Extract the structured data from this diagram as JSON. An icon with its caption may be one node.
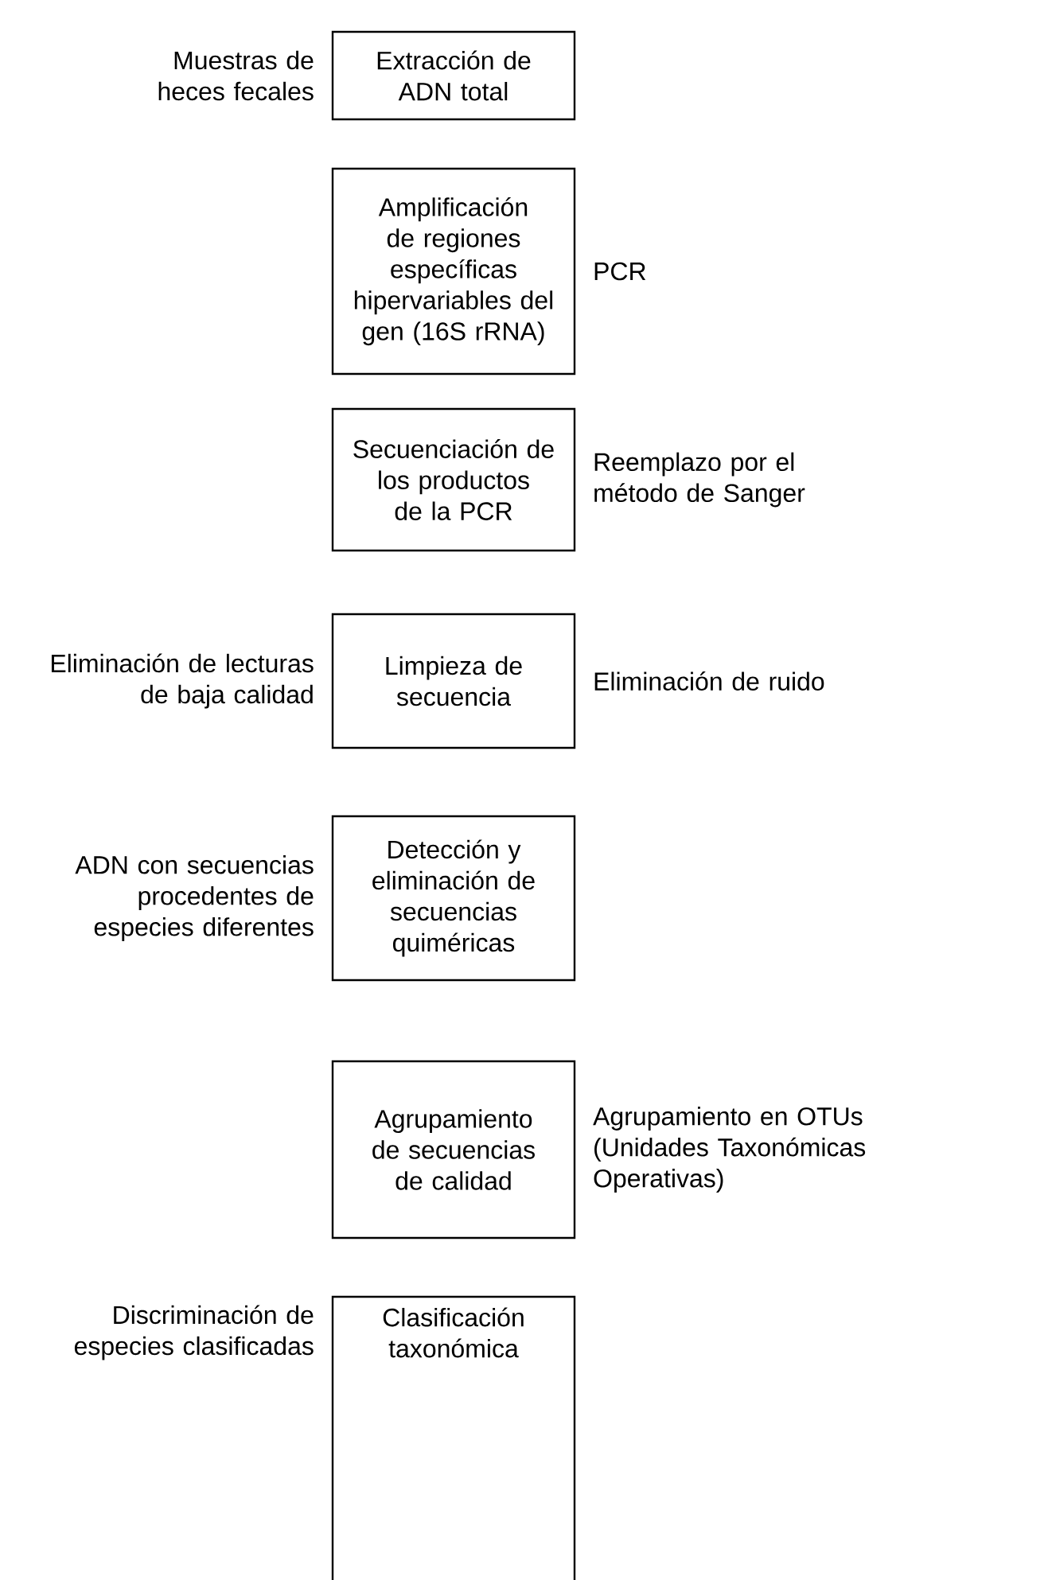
{
  "diagram": {
    "nodes": [
      {
        "text": [
          "Extracción de ADN total"
        ],
        "beside": [
          "Muestras de heces fecales"
        ]
      },
      {
        "text": [
          "Amplificación de regiones específicas hipervariables del gen (16S rRNA)"
        ],
        "beside": [
          "PCR"
        ]
      },
      {
        "text": [
          "Secuenciación de los productos de la PCR"
        ],
        "beside": [
          "Reemplazo por el método de Sanger"
        ]
      },
      {
        "text": [
          "Limpieza de secuencia"
        ],
        "beside": [
          "Eliminación de lecturas de baja calidad",
          "Eliminación de ruido"
        ]
      },
      {
        "text": [
          "Detección y eliminación de secuencias quiméricas"
        ],
        "beside": [
          "ADN con secuencias procedentes de especies diferentes"
        ]
      },
      {
        "text": [
          "Agrupamiento de secuencias de calidad"
        ],
        "beside": [
          "Agrupamiento en OTUs (Unidades Taxonómicas Operativas)"
        ]
      },
      {
        "text": [
          "Clasificación taxonómica"
        ],
        "beside": [
          "Discriminación de especies clasificadas"
        ]
      }
    ]
  }
}
